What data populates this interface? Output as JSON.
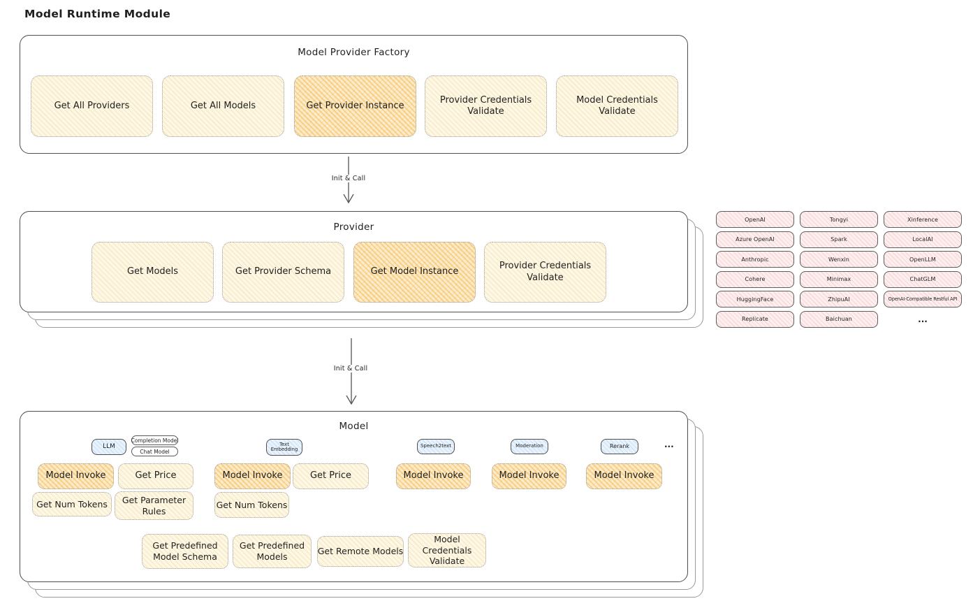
{
  "page_title": "Model Runtime Module",
  "colors": {
    "node_fill": "#FDF8E6",
    "node_fill_highlight": "#FCECCB",
    "hatch_orange": "#F1A41E",
    "provider_pill_fill": "#FDEFEF",
    "provider_pill_hatch": "#E17070",
    "model_tag_fill": "#E9F3FC",
    "box_border": "#4D4D4D"
  },
  "arrows": {
    "label1": "Init & Call",
    "label2": "Init & Call"
  },
  "factory": {
    "title": "Model Provider Factory",
    "buttons": [
      "Get All Providers",
      "Get All Models",
      "Get Provider Instance",
      "Provider Credentials Validate",
      "Model Credentials Validate"
    ]
  },
  "provider": {
    "title": "Provider",
    "buttons": [
      "Get Models",
      "Get Provider Schema",
      "Get Model Instance",
      "Provider Credentials Validate"
    ]
  },
  "providers_list": {
    "items": [
      "OpenAI",
      "Tongyi",
      "Xinference",
      "Azure OpenAI",
      "Spark",
      "LocalAI",
      "Anthropic",
      "Wenxin",
      "OpenLLM",
      "Cohere",
      "Minimax",
      "ChatGLM",
      "HuggingFace",
      "ZhipuAI",
      "OpenAI-Compatible Restful API",
      "Replicate",
      "Baichuan"
    ],
    "more": "..."
  },
  "model": {
    "title": "Model",
    "tags": {
      "llm": "LLM",
      "completion": "Completion Model",
      "chat": "Chat Model",
      "text_embedding": "Text Embedding",
      "speech2text": "Speech2text",
      "moderation": "Moderation",
      "rerank": "Rerank",
      "more": "..."
    },
    "llm_buttons": [
      "Model Invoke",
      "Get Price",
      "Get Num Tokens",
      "Get Parameter Rules"
    ],
    "text_embedding_buttons": [
      "Model Invoke",
      "Get Price",
      "Get Num Tokens"
    ],
    "speech2text_buttons": [
      "Model Invoke"
    ],
    "moderation_buttons": [
      "Model Invoke"
    ],
    "rerank_buttons": [
      "Model Invoke"
    ],
    "bottom_buttons": [
      "Get Predefined Model Schema",
      "Get Predefined Models",
      "Get Remote Models",
      "Model Credentials Validate"
    ]
  }
}
